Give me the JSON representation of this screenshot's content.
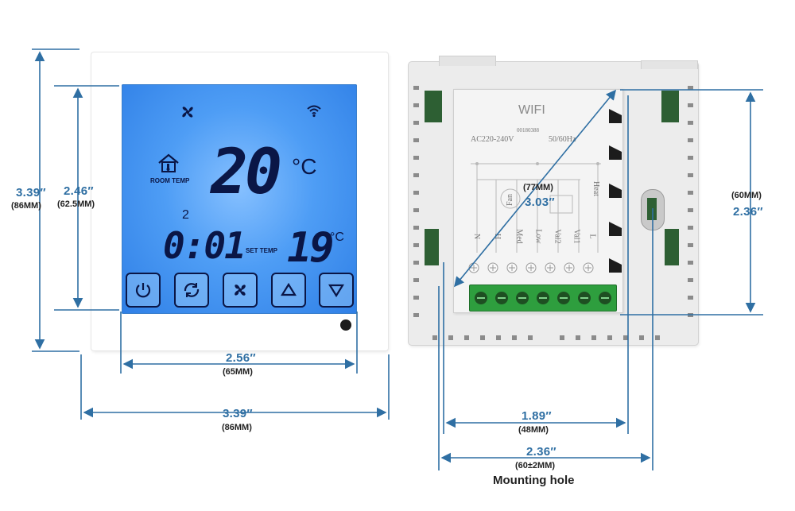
{
  "colors": {
    "accent_dimension": "#2f6fa3",
    "lcd_blue": "#3f8ff2",
    "lcd_ink": "#0a1646",
    "terminal_green": "#2e9e3e"
  },
  "front": {
    "lcd": {
      "fan_icon": "fan-icon",
      "wifi_icon": "wifi-icon",
      "room_label": "ROOM TEMP",
      "room_temp": "20",
      "temp_unit": "°C",
      "program_number": "2",
      "clock": "0:01",
      "set_label": "SET TEMP",
      "set_temp": "19",
      "set_unit": "°C"
    },
    "buttons": [
      {
        "icon": "power-icon"
      },
      {
        "icon": "mode-cycle-icon"
      },
      {
        "icon": "fan-speed-icon"
      },
      {
        "icon": "arrow-up-icon"
      },
      {
        "icon": "arrow-down-icon"
      }
    ]
  },
  "back": {
    "label_title": "WIFI",
    "serial": "00180388",
    "voltage": "AC220-240V",
    "frequency": "50/60Hz",
    "terminals": [
      "N",
      "H",
      "Med",
      "Low",
      "Val2",
      "Val1",
      "L"
    ],
    "wiring_labels": [
      "Fan",
      "Heat"
    ]
  },
  "dimensions": {
    "outer_height": {
      "value": "3.39″",
      "mm": "(86MM)"
    },
    "screen_height": {
      "value": "2.46″",
      "mm": "(62.5MM)"
    },
    "screen_width": {
      "value": "2.56″",
      "mm": "(65MM)"
    },
    "outer_width": {
      "value": "3.39″",
      "mm": "(86MM)"
    },
    "diagonal": {
      "value": "3.03″",
      "mm": "(77MM)"
    },
    "back_height": {
      "value": "2.36″",
      "mm": "(60MM)"
    },
    "back_inner_width": {
      "value": "1.89″",
      "mm": "(48MM)"
    },
    "mounting_hole": {
      "value": "2.36″",
      "mm": "(60±2MM)",
      "caption": "Mounting hole"
    }
  }
}
